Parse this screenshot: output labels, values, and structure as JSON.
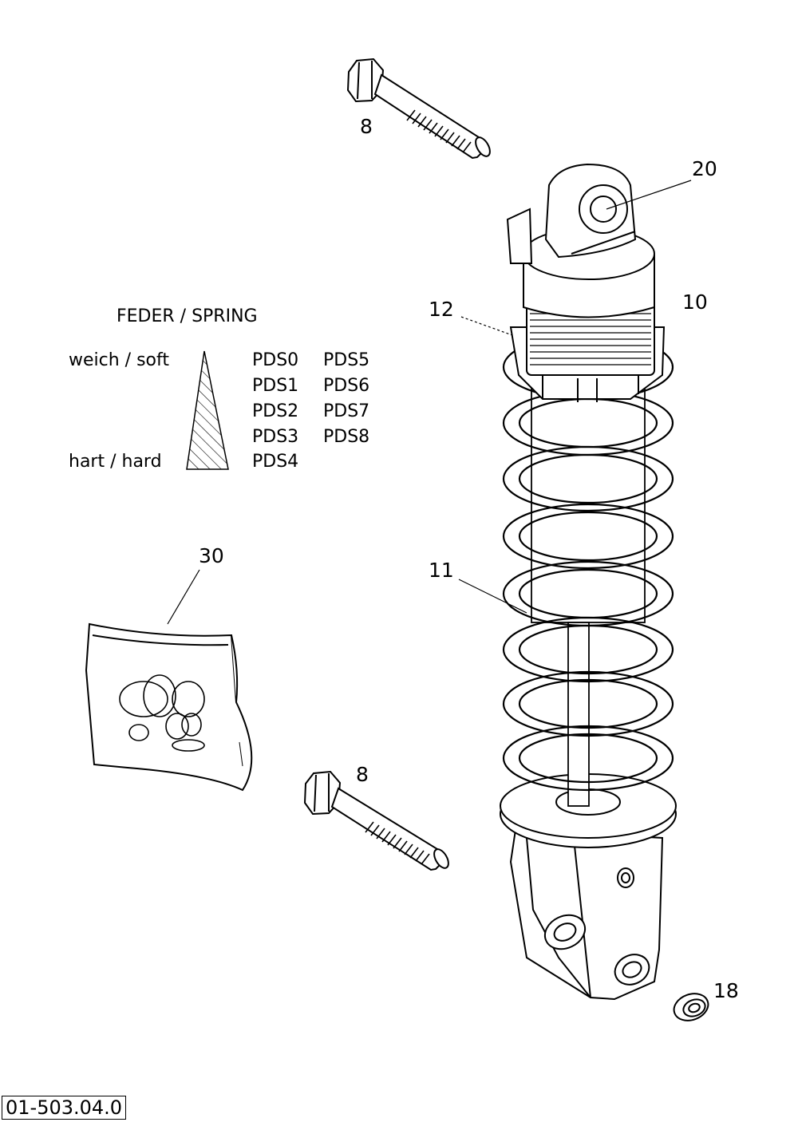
{
  "callouts": {
    "bolt_top": "8",
    "bolt_bottom": "8",
    "eye_bushing": "20",
    "shock_body": "10",
    "adjuster_ring": "12",
    "spring": "11",
    "seal_kit": "30",
    "bushing": "18"
  },
  "legend": {
    "title": "FEDER / SPRING",
    "soft_label": "weich / soft",
    "hard_label": "hart / hard",
    "col1": [
      "PDS0",
      "PDS1",
      "PDS2",
      "PDS3",
      "PDS4"
    ],
    "col2": [
      "PDS5",
      "PDS6",
      "PDS7",
      "PDS8"
    ]
  },
  "diagram_code": "01-503.04.0"
}
